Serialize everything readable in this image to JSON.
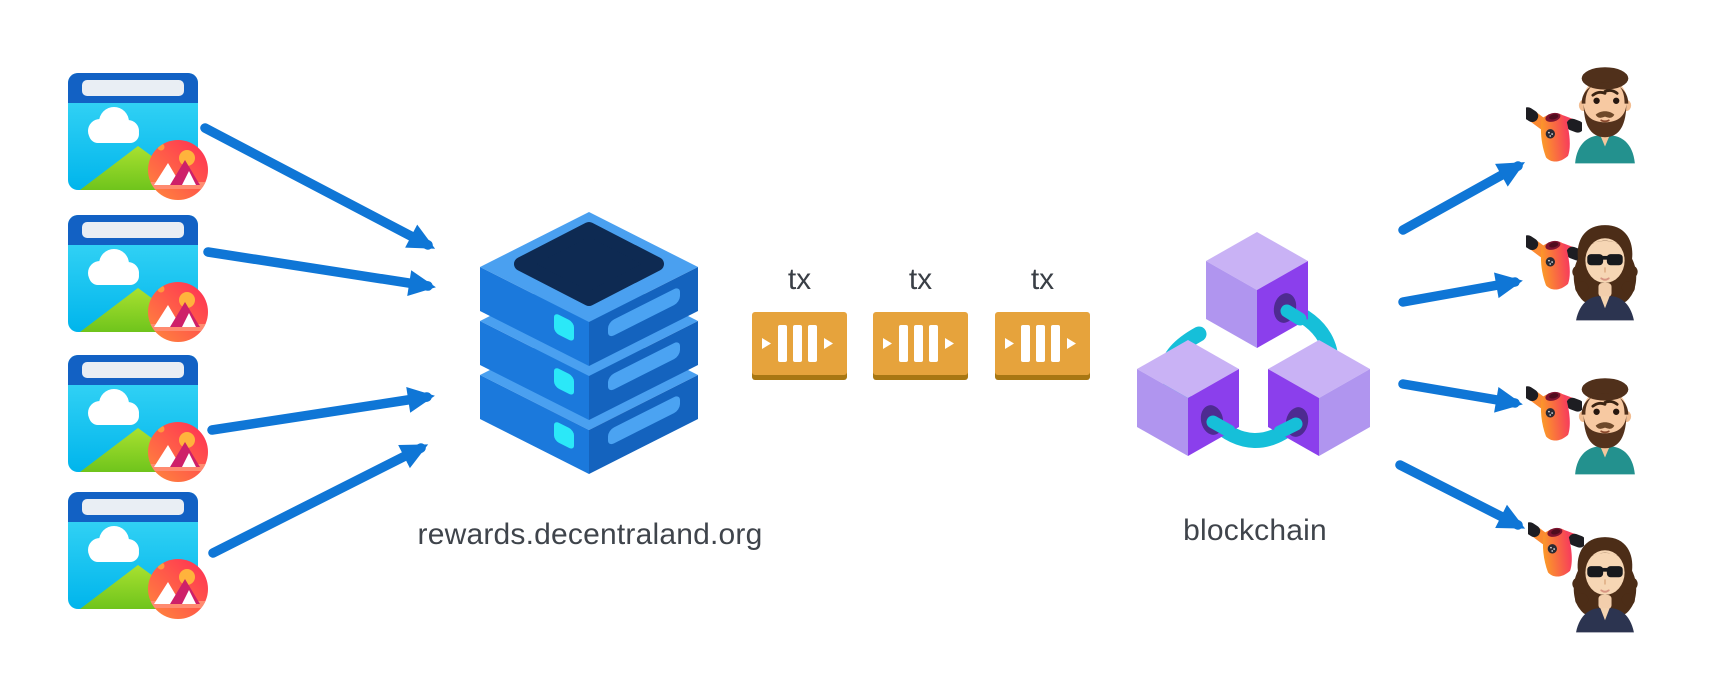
{
  "labels": {
    "server": "rewards.decentraland.org",
    "blockchain": "blockchain",
    "tx": [
      "tx",
      "tx",
      "tx"
    ]
  },
  "colors": {
    "arrow_blue": "#0F76D6",
    "server_blue": "#1B79DC",
    "server_top": "#4AA0F0",
    "server_screen": "#0E2A52",
    "server_light": "#2BE8F8",
    "tx_gold": "#E6A33C",
    "tx_gold_dark": "#A87713",
    "cube_purple": "#8B3FEC",
    "cube_lavender": "#B095EF",
    "ring_teal": "#16BFD9",
    "badge_red": "#FF2D55",
    "badge_orange": "#FF7A3F",
    "browser_bar_blue": "#1261C4",
    "browser_sky": "#00BAEE",
    "mountain_green": "#6FC41C",
    "label_gray": "#3F444B"
  },
  "nodes": {
    "sources": [
      {
        "icon": "browser-window-decentraland-icon"
      },
      {
        "icon": "browser-window-decentraland-icon"
      },
      {
        "icon": "browser-window-decentraland-icon"
      },
      {
        "icon": "browser-window-decentraland-icon"
      }
    ],
    "server": {
      "icon": "server-stack-icon",
      "label": "rewards.decentraland.org"
    },
    "transactions": [
      {
        "icon": "transaction-icon",
        "label": "tx"
      },
      {
        "icon": "transaction-icon",
        "label": "tx"
      },
      {
        "icon": "transaction-icon",
        "label": "tx"
      }
    ],
    "blockchain": {
      "icon": "blockchain-cubes-icon",
      "label": "blockchain"
    },
    "recipients": [
      {
        "icon": "man-avatar-icon",
        "wearable": "tshirt-wearable-icon"
      },
      {
        "icon": "woman-avatar-icon",
        "wearable": "tshirt-wearable-icon"
      },
      {
        "icon": "man-avatar-icon",
        "wearable": "tshirt-wearable-icon"
      },
      {
        "icon": "woman-avatar-icon",
        "wearable": "tshirt-wearable-icon"
      }
    ]
  }
}
